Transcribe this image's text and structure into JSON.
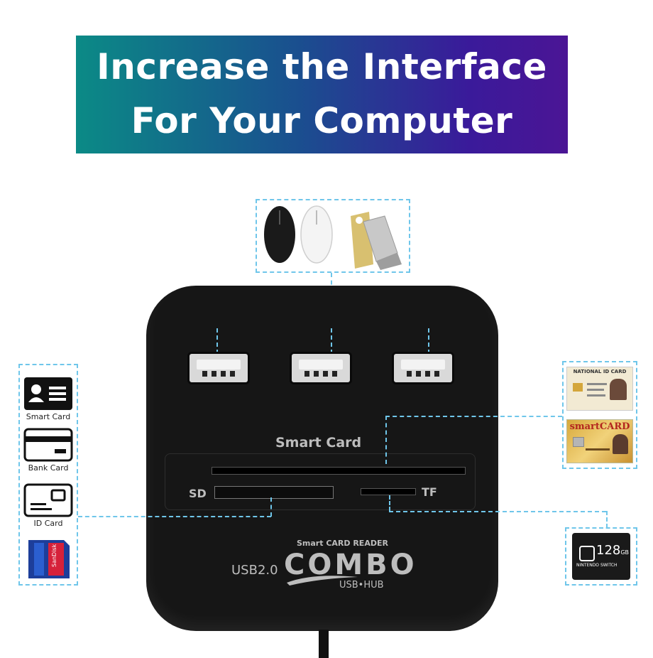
{
  "banner": {
    "line1": "Increase the Interface",
    "line2": "For Your Computer"
  },
  "hub": {
    "slot_label": "Smart Card",
    "sd_label": "SD",
    "tf_label": "TF",
    "reader_label": "Smart CARD READER",
    "usb_label": "USB2.0",
    "brand": "COMBO",
    "hub_label": "USB•HUB"
  },
  "left_cards": {
    "smart": "Smart Card",
    "bank": "Bank Card",
    "id": "ID Card",
    "sd_card_text": "SanDisk"
  },
  "right_cards": {
    "national_id": "NATIONAL ID CARD",
    "smartcard": "smartCARD",
    "microsd_size": "128",
    "microsd_unit": "GB",
    "microsd_brand": "NINTENDO SWITCH"
  },
  "colors": {
    "banner_start": "#0b8a86",
    "banner_end": "#4b1595",
    "dash": "#6fc6ea",
    "hub": "#161616"
  }
}
